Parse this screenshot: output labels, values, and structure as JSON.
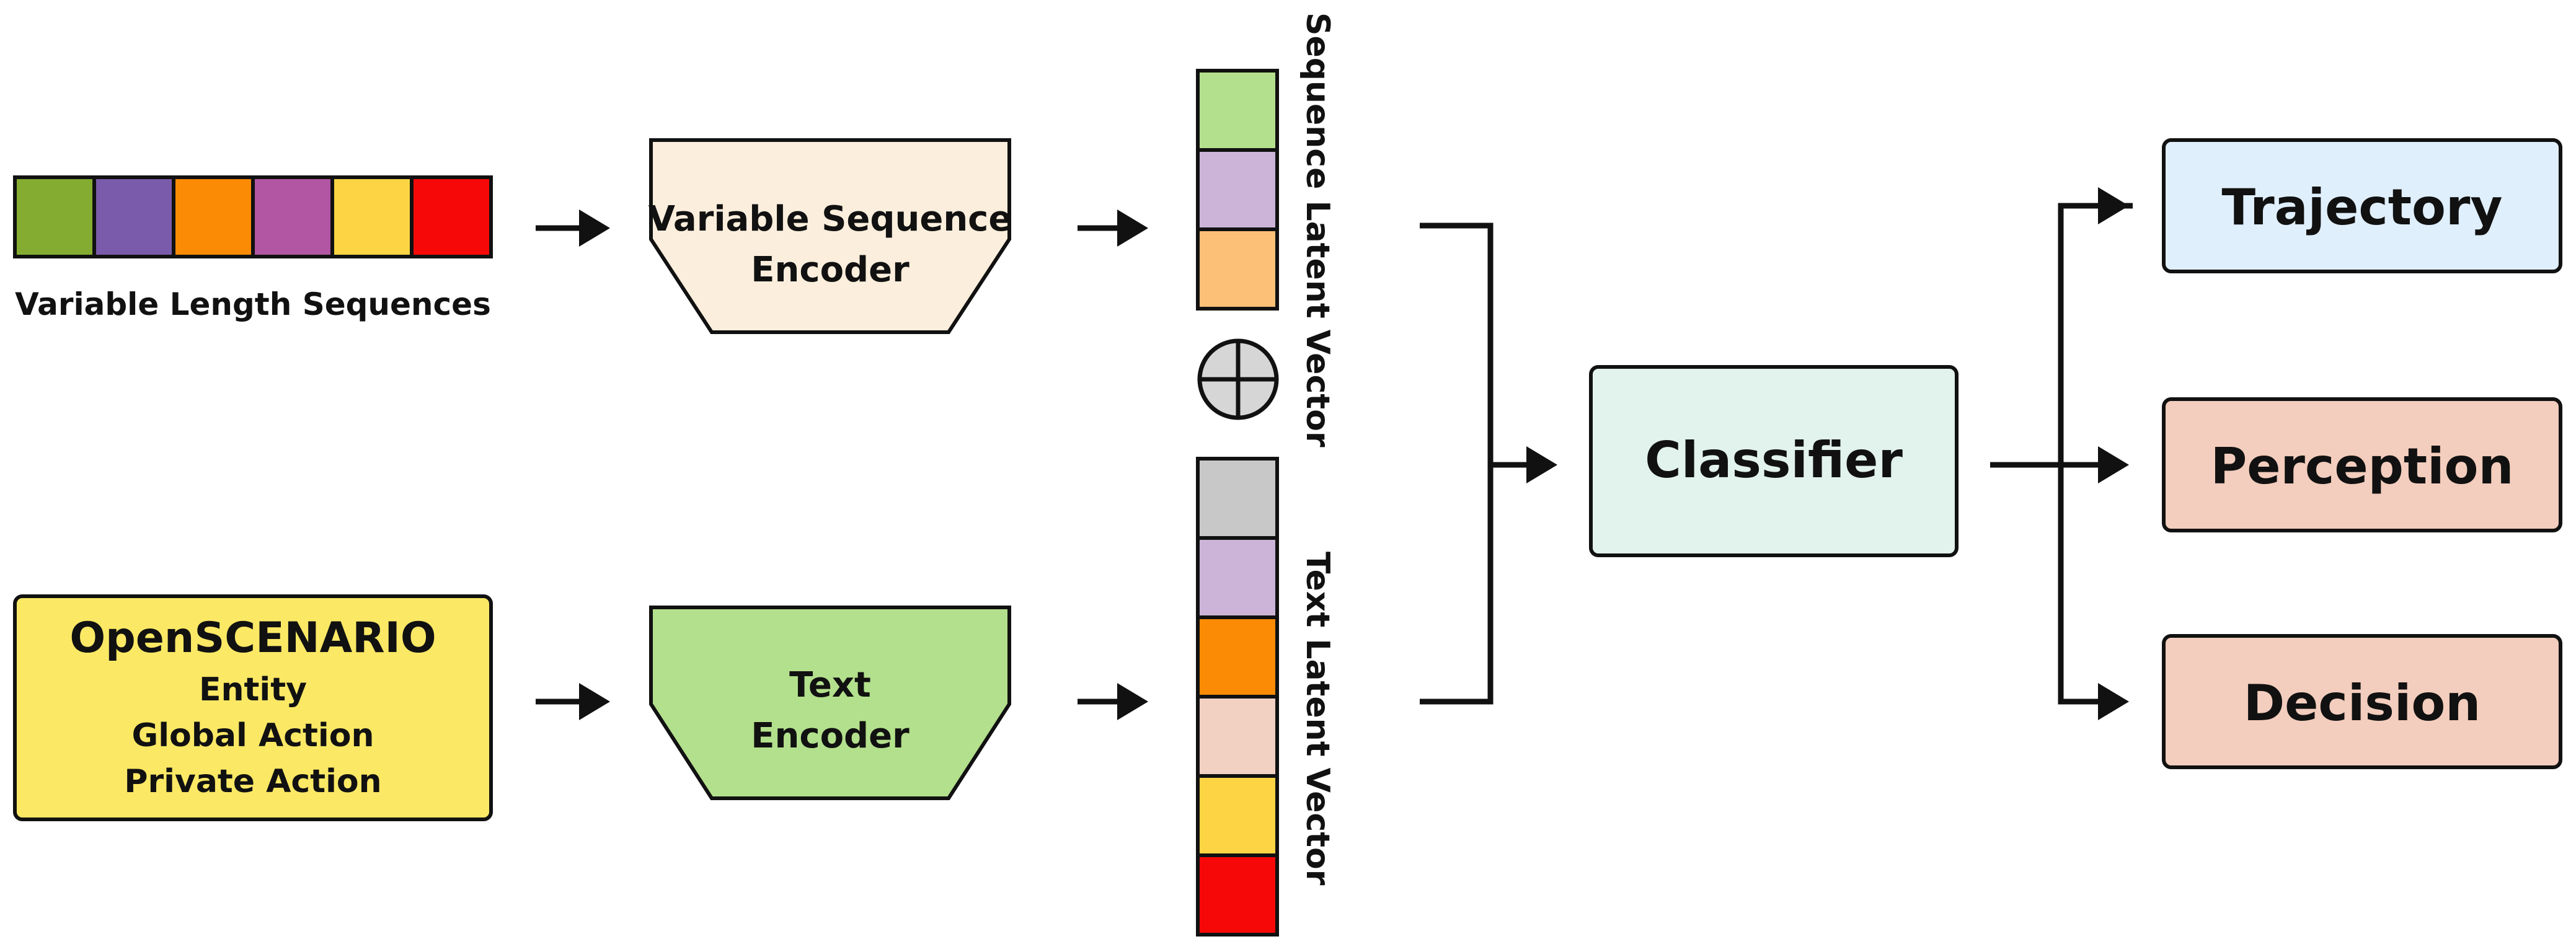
{
  "input_sequence": {
    "caption": "Variable Length Sequences",
    "cell_colors": [
      "#84ac30",
      "#7a5aaa",
      "#fb8b05",
      "#b256a3",
      "#fdd544",
      "#f70808"
    ]
  },
  "scenario_box": {
    "title": "OpenSCENARIO",
    "lines": [
      "Entity",
      "Global Action",
      "Private Action"
    ],
    "color": "#fbe865"
  },
  "sequence_encoder": {
    "line1": "Variable Sequence",
    "line2": "Encoder",
    "color": "#fbeedc"
  },
  "text_encoder": {
    "line1": "Text",
    "line2": "Encoder",
    "color": "#b3e08c"
  },
  "sequence_latent": {
    "label": "Sequence Latent Vector",
    "cell_colors": [
      "#b3e08c",
      "#cbb4d8",
      "#fcc077"
    ]
  },
  "text_latent": {
    "label": "Text Latent Vector",
    "cell_colors": [
      "#c8c8c8",
      "#cbb4d8",
      "#fb8b05",
      "#f2d0c2",
      "#fdd544",
      "#f70808"
    ]
  },
  "concat_symbol": "circled-plus-icon",
  "classifier": {
    "label": "Classifier",
    "color": "#e2f2ec"
  },
  "outputs": [
    {
      "label": "Trajectory",
      "color": "#e0effc"
    },
    {
      "label": "Perception",
      "color": "#f3cdbd"
    },
    {
      "label": "Decision",
      "color": "#f3cdbd"
    }
  ]
}
